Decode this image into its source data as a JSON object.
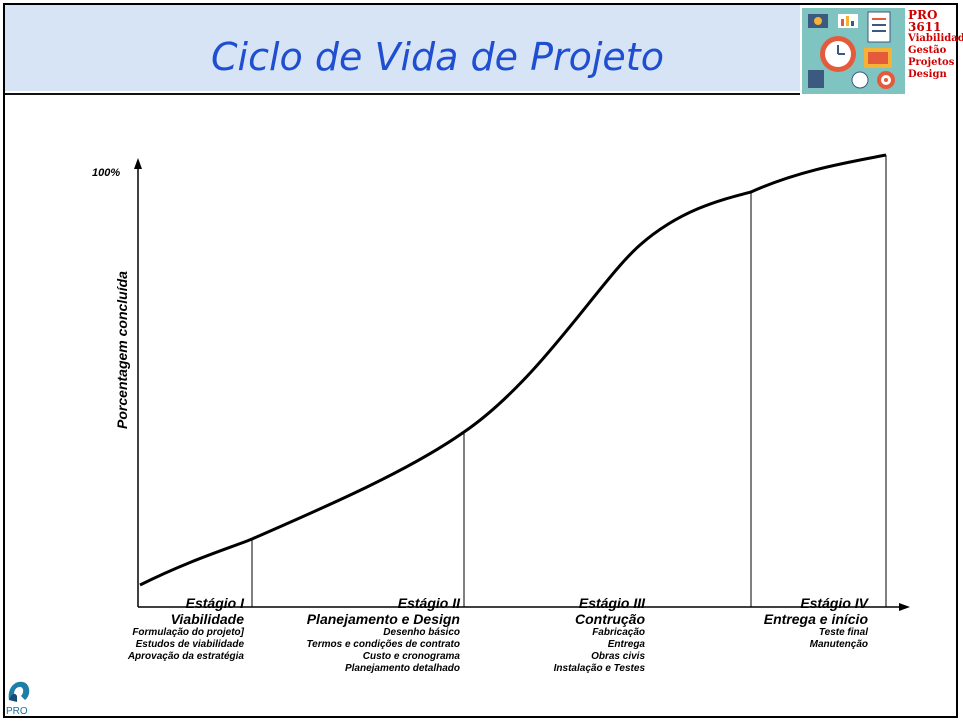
{
  "header": {
    "title": "Ciclo de Vida de Projeto",
    "course": {
      "code": "PRO 3611",
      "lines": [
        "Viabilidade",
        "Gestão",
        "Projetos",
        "Design"
      ]
    }
  },
  "diagram": {
    "y_axis_label": "Porcentagem concluída",
    "y_max_label": "100%",
    "stages": [
      {
        "label": "Estágio I",
        "name": "Viabilidade",
        "items": [
          "Formulação do projeto]",
          "Estudos de viabilidade",
          "Aprovação da estratégia"
        ]
      },
      {
        "label": "Estágio II",
        "name": "Planejamento e Design",
        "items": [
          "Desenho básico",
          "Termos e condições de contrato",
          "Custo e cronograma",
          "Planejamento detalhado"
        ]
      },
      {
        "label": "Estágio III",
        "name": "Contrução",
        "items": [
          "Fabricação",
          "Entrega",
          "Obras civis",
          "Instalação e Testes"
        ]
      },
      {
        "label": "Estágio IV",
        "name": "Entrega e início",
        "items": [
          "Teste final",
          "Manutenção"
        ]
      }
    ]
  },
  "footer": {
    "logo_text": "PRO"
  }
}
